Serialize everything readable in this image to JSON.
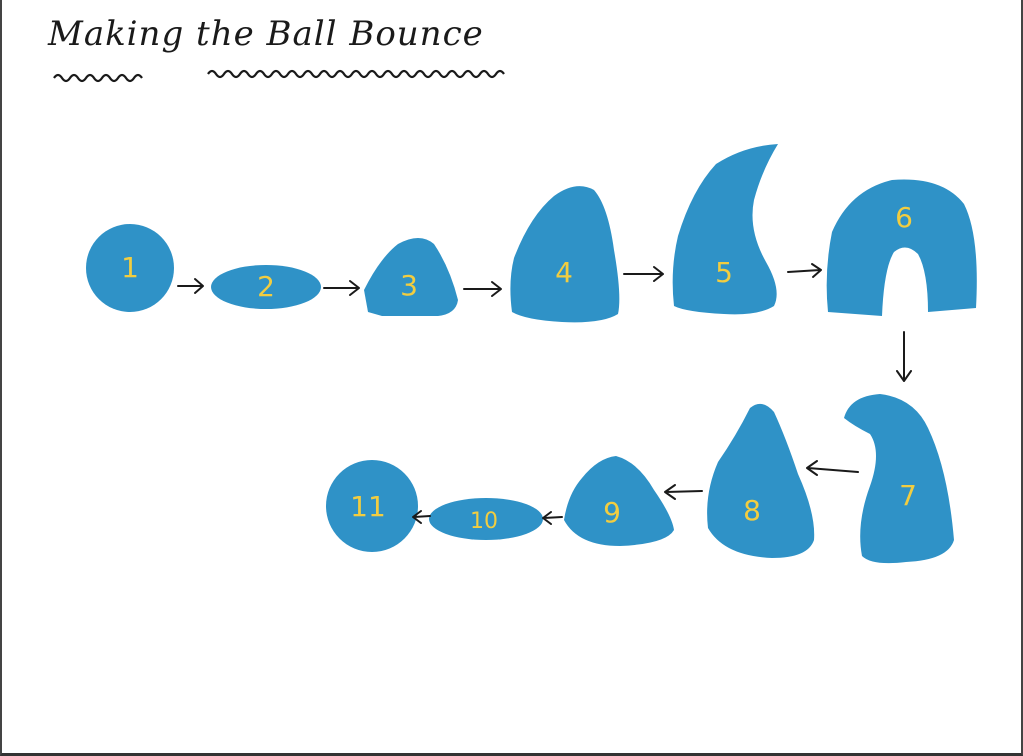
{
  "title": "Making the Ball Bounce",
  "colors": {
    "blob": "#2f92c7",
    "number": "#f2cd40",
    "ink": "#1a1a1a"
  },
  "frames": [
    {
      "label": "1"
    },
    {
      "label": "2"
    },
    {
      "label": "3"
    },
    {
      "label": "4"
    },
    {
      "label": "5"
    },
    {
      "label": "6"
    },
    {
      "label": "7"
    },
    {
      "label": "8"
    },
    {
      "label": "9"
    },
    {
      "label": "10"
    },
    {
      "label": "11"
    }
  ]
}
